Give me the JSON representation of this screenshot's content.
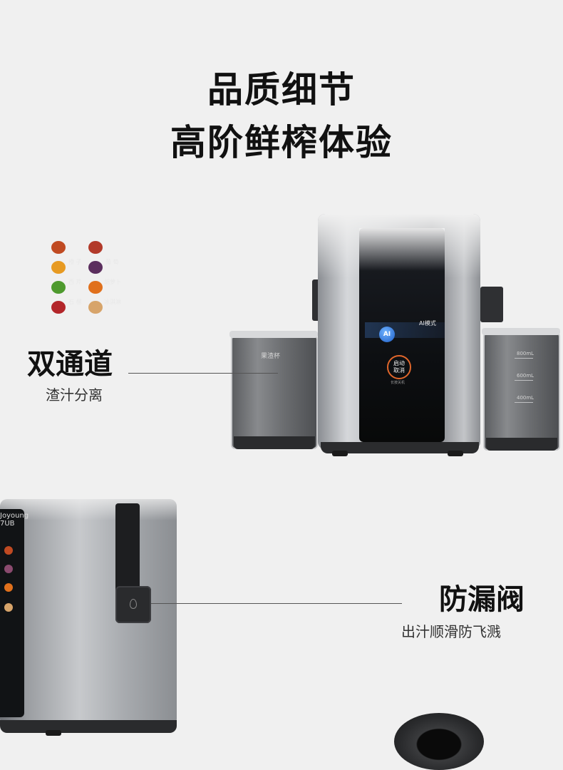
{
  "headline": {
    "line1": "品质细节",
    "line2": "高阶鲜榨体验"
  },
  "features": [
    {
      "title": "双通道",
      "subtitle": "渣汁分离"
    },
    {
      "title": "防漏阀",
      "subtitle": "出汁顺滑防飞溅"
    }
  ],
  "juicer_screen": {
    "menu": [
      {
        "left": "",
        "right": ""
      },
      {
        "left": "橙 子",
        "right": "葡 萄"
      },
      {
        "left": "西 芹",
        "right": "胡萝卜"
      },
      {
        "left": "石 榴",
        "right": "冰淇淋"
      }
    ],
    "ai_badge": "AI",
    "ai_mode": "AI模式",
    "start_button": {
      "line1": "启动",
      "line2": "取消"
    },
    "start_caption": "长按关机"
  },
  "pulp_cup": {
    "label": "果渣杯"
  },
  "juice_cup": {
    "marks": [
      "800mL",
      "600mL",
      "400mL"
    ]
  },
  "closeup": {
    "brand": "Joyoung 7UB"
  }
}
